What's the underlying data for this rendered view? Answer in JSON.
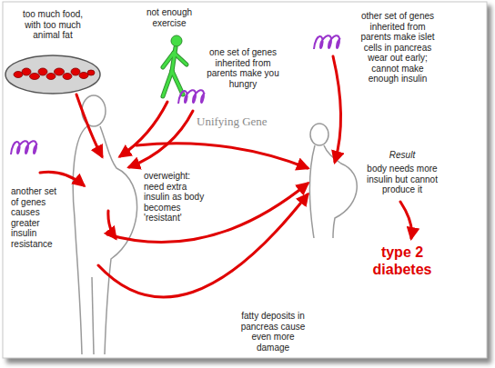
{
  "diagram": {
    "labels": [
      "too much food, with too much animal fat",
      "not enough exercise",
      "one set of genes inherited from parents make you hungry",
      "other set of genes inherited from parents make islet cells in pancreas wear out early; cannot make enough insulin",
      "Unifying Gene",
      "another set of genes causes greater insulin resistance",
      "overweight: need extra insulin as body becomes 'resistant'",
      "Result",
      "body needs more insulin but cannot produce it",
      "type 2 diabetes",
      "fatty deposits in pancreas cause even more damage"
    ]
  }
}
